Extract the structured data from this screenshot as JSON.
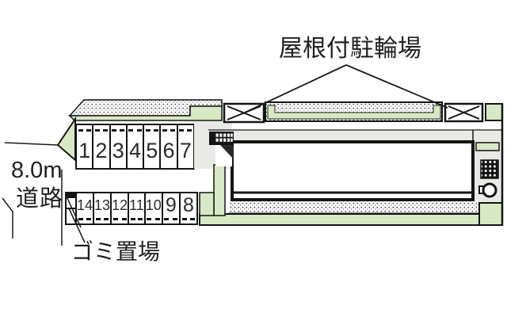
{
  "plan_title": "site-plan",
  "labels": {
    "bicycle_parking": "屋根付駐輪場",
    "road_width": "8.0m",
    "road": "道路",
    "garbage": "ゴミ置場"
  },
  "parking": {
    "row_top": [
      "1",
      "2",
      "3",
      "4",
      "5",
      "6",
      "7"
    ],
    "row_bottom": [
      "14",
      "13",
      "12",
      "11",
      "10",
      "9",
      "8"
    ]
  },
  "features": {
    "bicycle_sheds": 2,
    "building": "main-building-outline",
    "entrance_stairs": "stairs-grid",
    "drain_grate": "grate-icon",
    "manhole": "circle-icon"
  },
  "colors": {
    "planting_green": "#d7e9c4",
    "pavement_gray": "#e9e9e6",
    "line_black": "#1a1a1a"
  }
}
